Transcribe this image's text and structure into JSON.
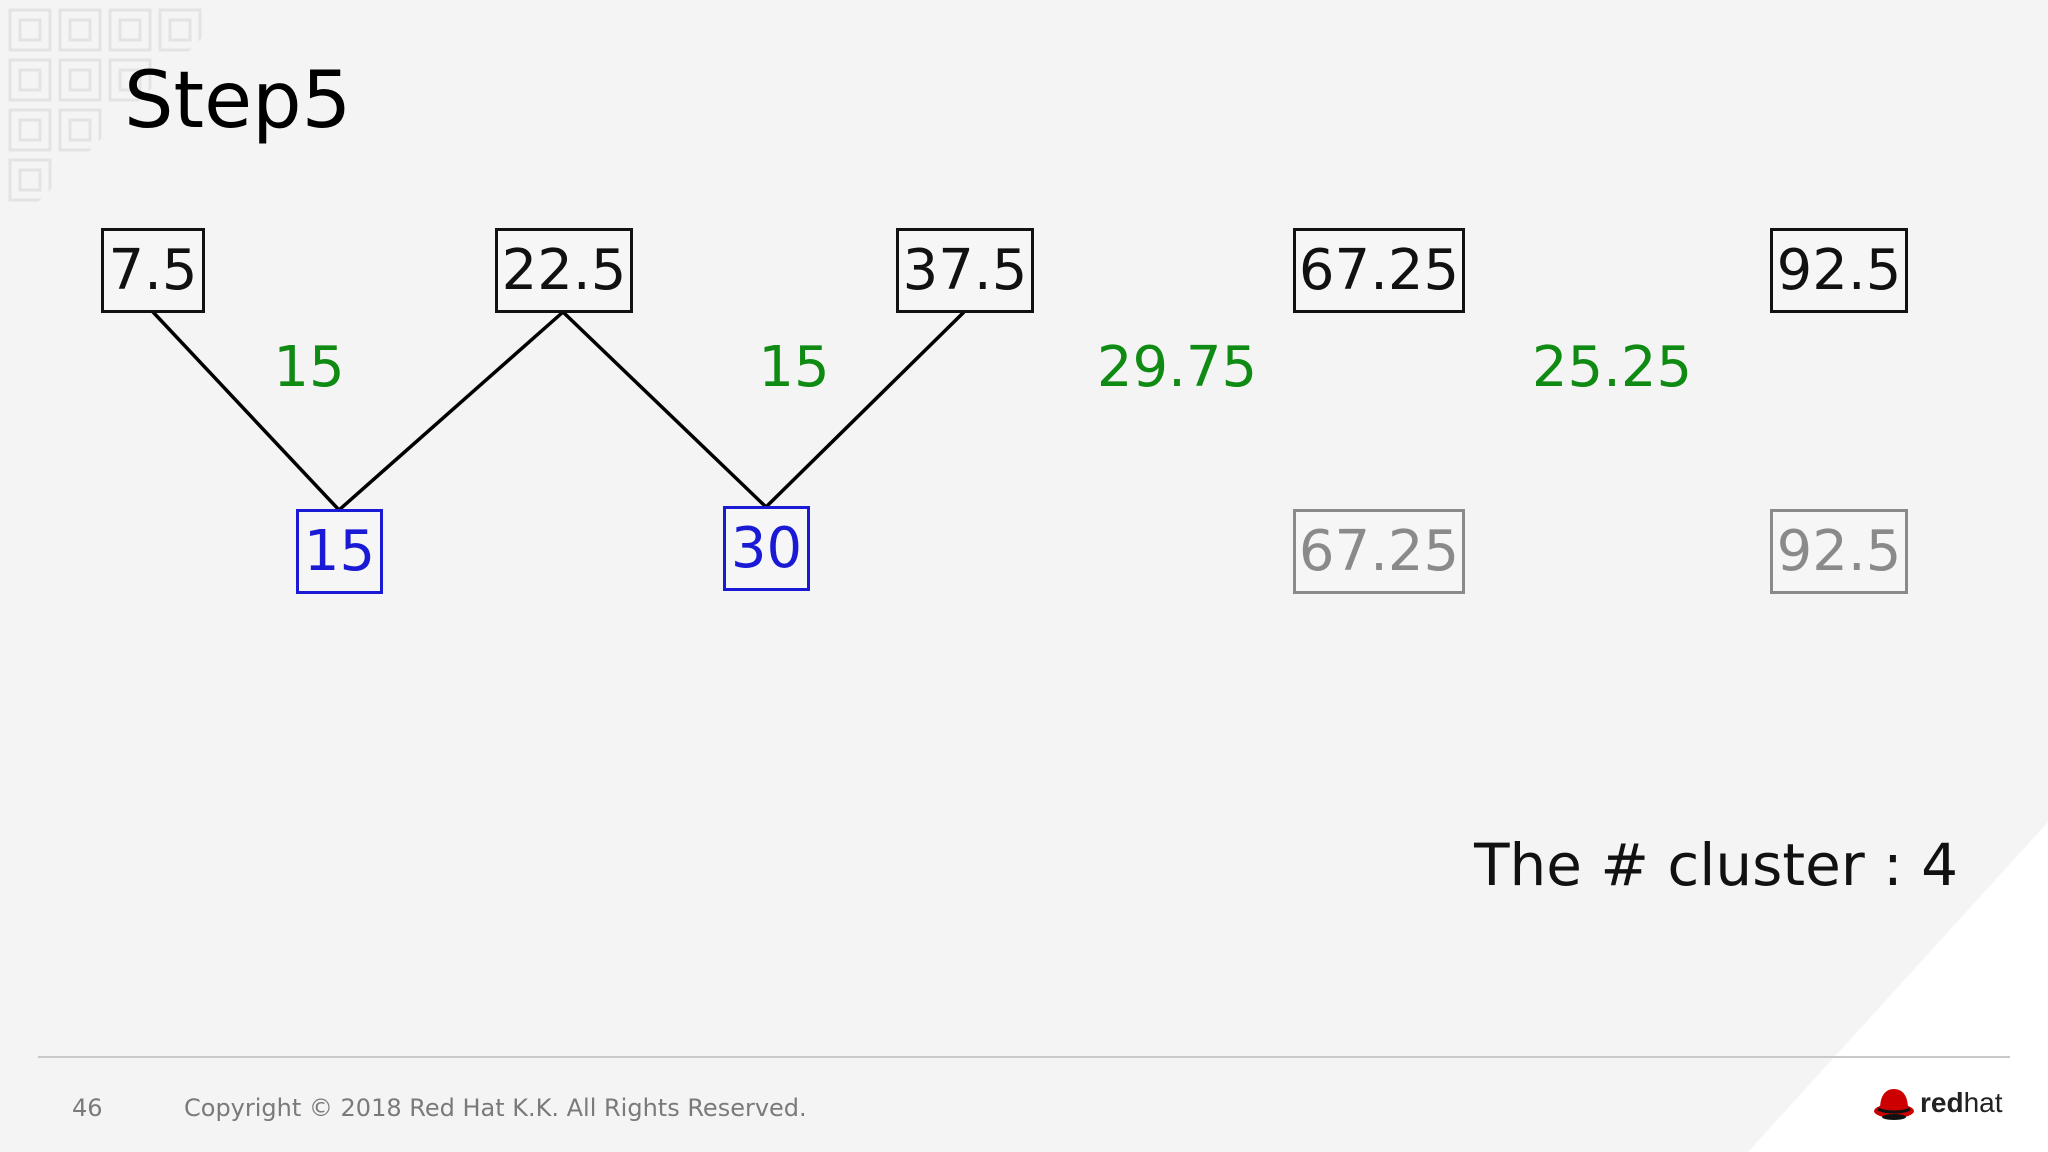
{
  "slide": {
    "title": "Step5",
    "cluster_text": "The # cluster : 4",
    "page_number": "46",
    "copyright": "Copyright © 2018 Red Hat K.K. All Rights Reserved.",
    "logo": {
      "text_bold": "red",
      "text_regular": "hat",
      "icon": "redhat-shadowman-icon"
    }
  },
  "diagram": {
    "top_nodes": [
      "7.5",
      "22.5",
      "37.5",
      "67.25",
      "92.5"
    ],
    "distances": [
      "15",
      "15",
      "29.75",
      "25.25"
    ],
    "merged_nodes": [
      "15",
      "30"
    ],
    "carried_nodes": [
      "67.25",
      "92.5"
    ]
  },
  "colors": {
    "distance": "#0f8a12",
    "merged": "#1a1ad6",
    "carried": "#8a8a8a",
    "node": "#111111"
  }
}
